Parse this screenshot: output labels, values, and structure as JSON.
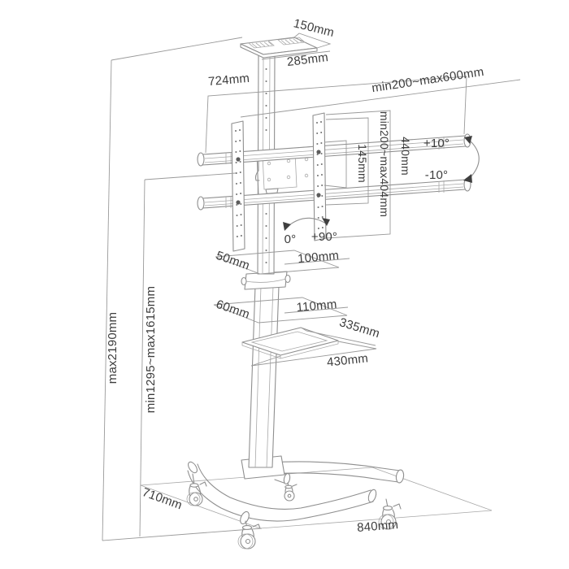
{
  "drawing": {
    "kind": "mobile-tv-floor-stand-dimension-drawing",
    "line_color": "#8f8f8f",
    "text_color": "#3c3c3c",
    "background": "#ffffff"
  },
  "dimensions": {
    "tray_depth": "150mm",
    "tray_width": "285mm",
    "crossbar_length": "724mm",
    "vesa_width_range": "min200~max600mm",
    "vesa_height_range": "min200~max404mm",
    "rail_height": "440mm",
    "bar_spacing": "145mm",
    "clamp_depth": "50mm",
    "clamp_width": "100mm",
    "lower_clamp_depth": "60mm",
    "lower_clamp_width": "110mm",
    "shelf_depth": "335mm",
    "shelf_width": "430mm",
    "total_height": "max2190mm",
    "screen_center_height": "min1295~max1615mm",
    "base_depth": "710mm",
    "base_width": "840mm"
  },
  "angles": {
    "tilt_up": "+10°",
    "tilt_down": "-10°",
    "swivel_min": "0°",
    "swivel_max": "+90°"
  }
}
